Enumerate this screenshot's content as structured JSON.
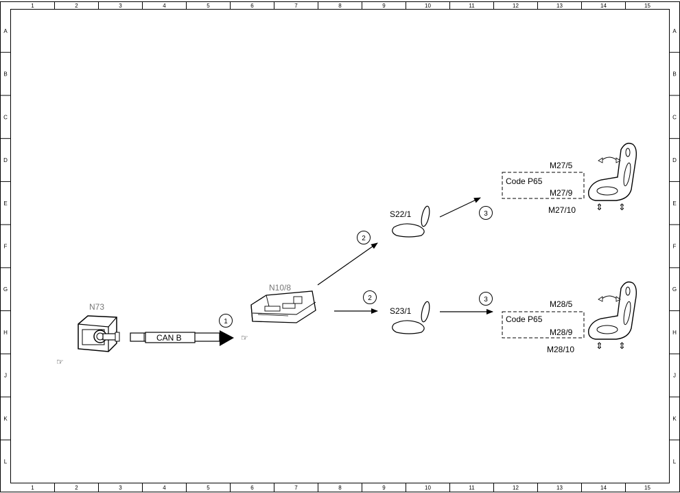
{
  "frame": {
    "columns": [
      "1",
      "2",
      "3",
      "4",
      "5",
      "6",
      "7",
      "8",
      "9",
      "10",
      "11",
      "12",
      "13",
      "14",
      "15"
    ],
    "rows": [
      "A",
      "B",
      "C",
      "D",
      "E",
      "F",
      "G",
      "H",
      "J",
      "K",
      "L"
    ]
  },
  "components": {
    "n73": "N73",
    "n10_8": "N10/8",
    "s22_1": "S22/1",
    "s23_1": "S23/1",
    "m27_5": "M27/5",
    "m27_9": "M27/9",
    "m27_10": "M27/10",
    "m28_5": "M28/5",
    "m28_9": "M28/9",
    "m28_10": "M28/10"
  },
  "bus_label": "CAN B",
  "code_labels": {
    "upper": "Code P65",
    "lower": "Code P65"
  },
  "steps": {
    "s1": "1",
    "s2_upper": "2",
    "s2_lower": "2",
    "s3_upper": "3",
    "s3_lower": "3"
  },
  "icons": {
    "pointer": "pointing-hand-icon",
    "double_arrow": "double-arrow-icon"
  }
}
